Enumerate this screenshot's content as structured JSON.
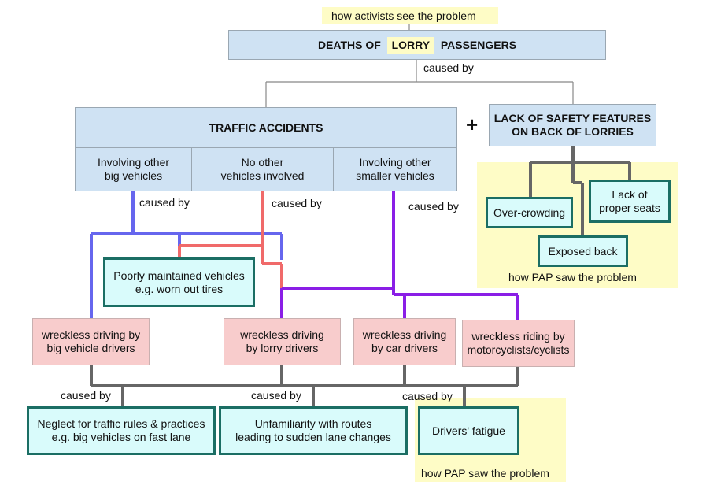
{
  "diagram": {
    "activists_label": "how activists see the problem",
    "top": {
      "pre": "DEATHS OF",
      "highlight": "LORRY",
      "post": "PASSENGERS"
    },
    "caused_by": "caused by",
    "plus": "+",
    "traffic_accidents": "TRAFFIC ACCIDENTS",
    "lack_safety": [
      "LACK OF SAFETY FEATURES",
      "ON BACK OF LORRIES"
    ],
    "sub_categories": [
      [
        "Involving other",
        "big vehicles"
      ],
      [
        "No other",
        "vehicles involved"
      ],
      [
        "Involving other",
        "smaller vehicles"
      ]
    ],
    "safety_features": {
      "overcrowding": "Over-crowding",
      "lack_seats": [
        "Lack of",
        "proper seats"
      ],
      "exposed_back": "Exposed back",
      "pap_label": "how PAP saw the problem"
    },
    "poorly_maintained": [
      "Poorly maintained vehicles",
      "e.g. worn out tires"
    ],
    "driving": [
      [
        "wreckless driving by",
        "big vehicle drivers"
      ],
      [
        "wreckless driving",
        "by lorry drivers"
      ],
      [
        "wreckless driving",
        "by car drivers"
      ],
      [
        "wreckless riding by",
        "motorcyclists/cyclists"
      ]
    ],
    "root_causes": {
      "neglect": [
        "Neglect for traffic rules & practices",
        "e.g. big vehicles on fast lane"
      ],
      "unfamiliarity": [
        "Unfamiliarity with routes",
        "leading to sudden lane changes"
      ],
      "fatigue": "Drivers' fatigue",
      "pap_label": "how PAP saw the problem"
    },
    "colors": {
      "grey_line": "#666666",
      "thin_line": "#888888",
      "blue_line": "#6666ee",
      "red_line": "#f06a6a",
      "purple_line": "#8a1ee6",
      "teal_border": "#1b6e64"
    }
  }
}
